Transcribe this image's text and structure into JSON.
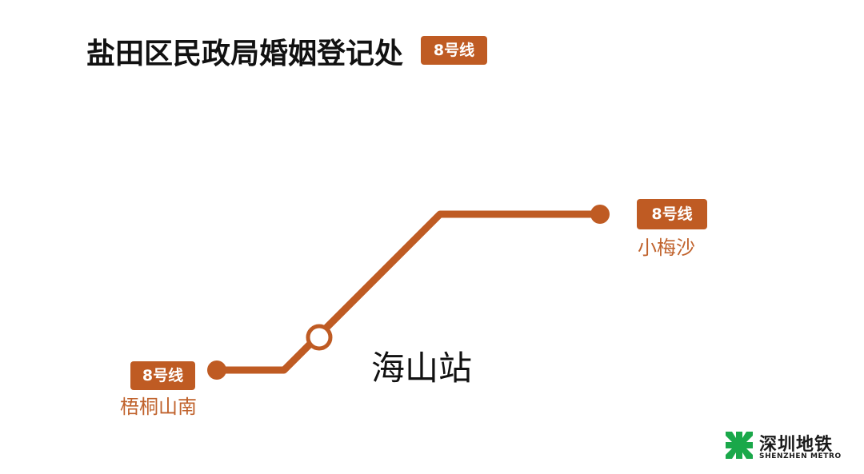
{
  "title": "盐田区民政局婚姻登记处",
  "title_line_badge": "8号线",
  "line_color": "#bf5b23",
  "current_station": "海山站",
  "stops": {
    "end_right": {
      "name": "小梅沙",
      "line_badge": "8号线"
    },
    "end_left": {
      "name": "梧桐山南",
      "line_badge": "8号线"
    }
  },
  "logo": {
    "name_cn": "深圳地铁",
    "name_en": "SHENZHEN METRO",
    "color": "#1aa84a",
    "icon": "shenzhen-metro-logo-icon"
  }
}
